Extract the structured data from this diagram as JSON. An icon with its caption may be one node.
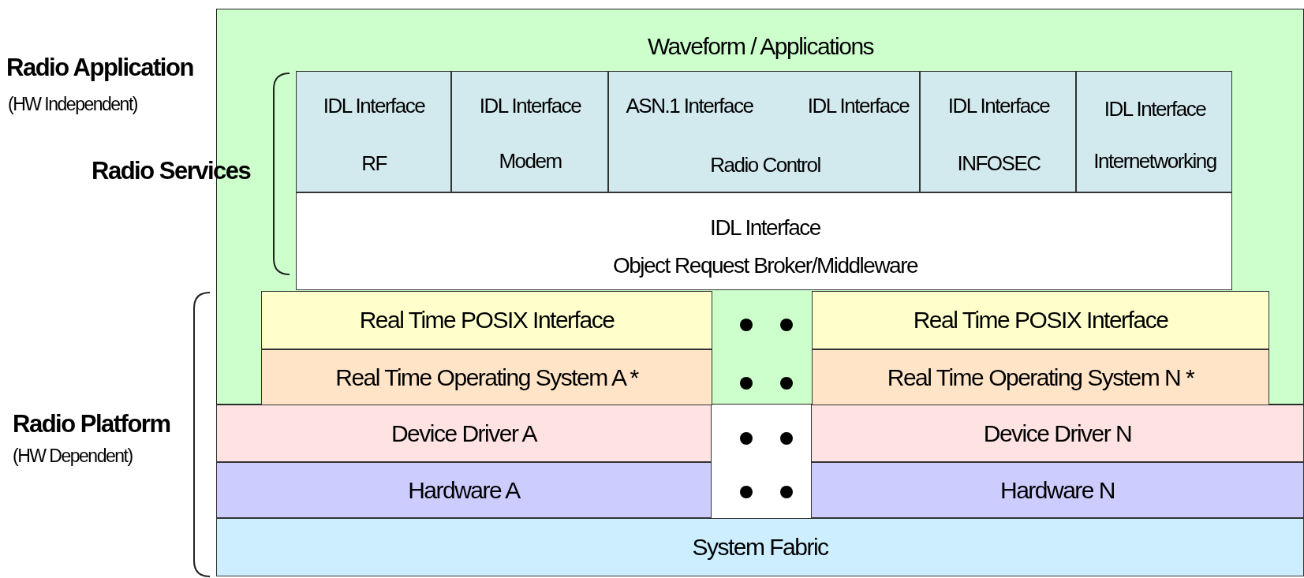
{
  "diagram": {
    "nodes": [
      {
        "text": [
          "Waveform / Applications"
        ]
      },
      {
        "text": [
          "IDL Interface",
          "RF"
        ],
        "in": 0
      },
      {
        "text": [
          "IDL Interface",
          "Modem"
        ],
        "in": 0
      },
      {
        "text": [
          "ASN.1 Interface",
          "IDL Interface",
          "Radio Control"
        ],
        "in": 0
      },
      {
        "text": [
          "IDL Interface",
          "INFOSEC"
        ],
        "in": 0
      },
      {
        "text": [
          "IDL Interface",
          "Internetworking"
        ],
        "in": 0
      },
      {
        "text": [
          "IDL Interface",
          "Object Request Broker/Middleware"
        ],
        "in": 0
      },
      {
        "text": [
          "Real Time POSIX Interface"
        ],
        "in": 0
      },
      {
        "text": [
          "Real Time Operating System A *"
        ],
        "in": 0
      },
      {
        "text": [
          "Real Time POSIX Interface"
        ],
        "in": 0
      },
      {
        "text": [
          "Real Time Operating System N *"
        ],
        "in": 0
      },
      {
        "text": [
          "Device Driver A"
        ]
      },
      {
        "text": [
          "Device Driver N"
        ]
      },
      {
        "text": [
          "Hardware A"
        ]
      },
      {
        "text": [
          "Hardware N"
        ]
      },
      {
        "text": [
          "System Fabric"
        ]
      }
    ],
    "labels": [
      "Radio Application",
      "(HW Independent)",
      "Radio Services",
      "Radio Platform",
      "(HW Dependent)"
    ]
  }
}
